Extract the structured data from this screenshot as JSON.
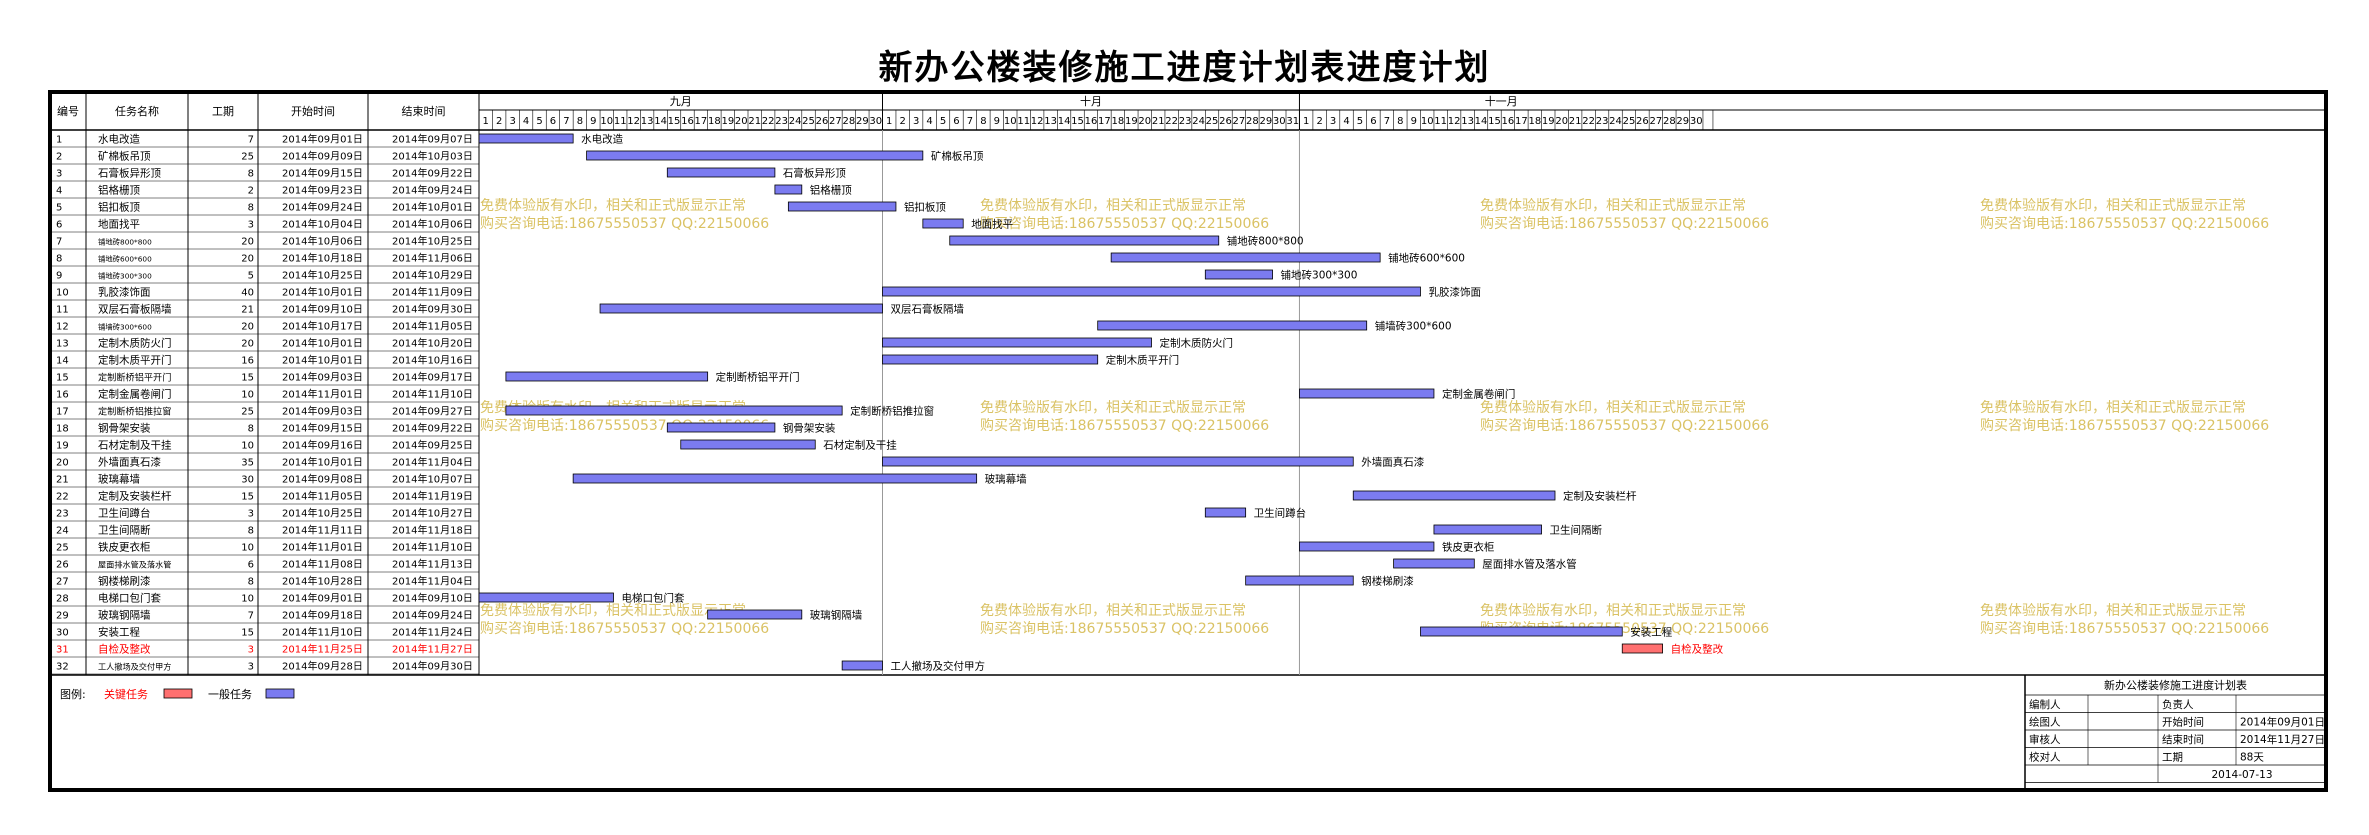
{
  "title": "新办公楼装修施工进度计划表进度计划",
  "colors": {
    "general": "#7b7bf0",
    "critical": "#ff7070",
    "critical_text": "#ff0000",
    "watermark": "#d4b84a"
  },
  "columns": [
    "编号",
    "任务名称",
    "工期",
    "开始时间",
    "结束时间"
  ],
  "months": [
    {
      "label": "九月",
      "days": 30
    },
    {
      "label": "十月",
      "days": 31
    },
    {
      "label": "十一月",
      "days": 30
    }
  ],
  "chart_data": {
    "type": "gantt",
    "x_range": [
      "2014-09-01",
      "2014-11-30"
    ],
    "tasks": [
      {
        "id": "1",
        "name": "水电改造",
        "duration": 7,
        "start": "2014年09月01日",
        "end": "2014年09月07日",
        "critical": false
      },
      {
        "id": "2",
        "name": "矿棉板吊顶",
        "duration": 25,
        "start": "2014年09月09日",
        "end": "2014年10月03日",
        "critical": false
      },
      {
        "id": "3",
        "name": "石膏板异形顶",
        "duration": 8,
        "start": "2014年09月15日",
        "end": "2014年09月22日",
        "critical": false
      },
      {
        "id": "4",
        "name": "铝格栅顶",
        "duration": 2,
        "start": "2014年09月23日",
        "end": "2014年09月24日",
        "critical": false
      },
      {
        "id": "5",
        "name": "铝扣板顶",
        "duration": 8,
        "start": "2014年09月24日",
        "end": "2014年10月01日",
        "critical": false
      },
      {
        "id": "6",
        "name": "地面找平",
        "duration": 3,
        "start": "2014年10月04日",
        "end": "2014年10月06日",
        "critical": false
      },
      {
        "id": "7",
        "name": "铺地砖800*800",
        "duration": 20,
        "start": "2014年10月06日",
        "end": "2014年10月25日",
        "critical": false
      },
      {
        "id": "8",
        "name": "铺地砖600*600",
        "duration": 20,
        "start": "2014年10月18日",
        "end": "2014年11月06日",
        "critical": false
      },
      {
        "id": "9",
        "name": "铺地砖300*300",
        "duration": 5,
        "start": "2014年10月25日",
        "end": "2014年10月29日",
        "critical": false
      },
      {
        "id": "10",
        "name": "乳胶漆饰面",
        "duration": 40,
        "start": "2014年10月01日",
        "end": "2014年11月09日",
        "critical": false
      },
      {
        "id": "11",
        "name": "双层石膏板隔墙",
        "duration": 21,
        "start": "2014年09月10日",
        "end": "2014年09月30日",
        "critical": false
      },
      {
        "id": "12",
        "name": "铺墙砖300*600",
        "duration": 20,
        "start": "2014年10月17日",
        "end": "2014年11月05日",
        "critical": false
      },
      {
        "id": "13",
        "name": "定制木质防火门",
        "duration": 20,
        "start": "2014年10月01日",
        "end": "2014年10月20日",
        "critical": false
      },
      {
        "id": "14",
        "name": "定制木质平开门",
        "duration": 16,
        "start": "2014年10月01日",
        "end": "2014年10月16日",
        "critical": false
      },
      {
        "id": "15",
        "name": "定制断桥铝平开门",
        "duration": 15,
        "start": "2014年09月03日",
        "end": "2014年09月17日",
        "critical": false
      },
      {
        "id": "16",
        "name": "定制金属卷闸门",
        "duration": 10,
        "start": "2014年11月01日",
        "end": "2014年11月10日",
        "critical": false
      },
      {
        "id": "17",
        "name": "定制断桥铝推拉窗",
        "duration": 25,
        "start": "2014年09月03日",
        "end": "2014年09月27日",
        "critical": false
      },
      {
        "id": "18",
        "name": "钢骨架安装",
        "duration": 8,
        "start": "2014年09月15日",
        "end": "2014年09月22日",
        "critical": false
      },
      {
        "id": "19",
        "name": "石材定制及干挂",
        "duration": 10,
        "start": "2014年09月16日",
        "end": "2014年09月25日",
        "critical": false
      },
      {
        "id": "20",
        "name": "外墙面真石漆",
        "duration": 35,
        "start": "2014年10月01日",
        "end": "2014年11月04日",
        "critical": false
      },
      {
        "id": "21",
        "name": "玻璃幕墙",
        "duration": 30,
        "start": "2014年09月08日",
        "end": "2014年10月07日",
        "critical": false
      },
      {
        "id": "22",
        "name": "定制及安装栏杆",
        "duration": 15,
        "start": "2014年11月05日",
        "end": "2014年11月19日",
        "critical": false
      },
      {
        "id": "23",
        "name": "卫生间蹲台",
        "duration": 3,
        "start": "2014年10月25日",
        "end": "2014年10月27日",
        "critical": false
      },
      {
        "id": "24",
        "name": "卫生间隔断",
        "duration": 8,
        "start": "2014年11月11日",
        "end": "2014年11月18日",
        "critical": false
      },
      {
        "id": "25",
        "name": "铁皮更衣柜",
        "duration": 10,
        "start": "2014年11月01日",
        "end": "2014年11月10日",
        "critical": false
      },
      {
        "id": "26",
        "name": "屋面排水管及落水管",
        "duration": 6,
        "start": "2014年11月08日",
        "end": "2014年11月13日",
        "critical": false
      },
      {
        "id": "27",
        "name": "钢楼梯刷漆",
        "duration": 8,
        "start": "2014年10月28日",
        "end": "2014年11月04日",
        "critical": false
      },
      {
        "id": "28",
        "name": "电梯口包门套",
        "duration": 10,
        "start": "2014年09月01日",
        "end": "2014年09月10日",
        "critical": false
      },
      {
        "id": "29",
        "name": "玻璃钢隔墙",
        "duration": 7,
        "start": "2014年09月18日",
        "end": "2014年09月24日",
        "critical": false
      },
      {
        "id": "30",
        "name": "安装工程",
        "duration": 15,
        "start": "2014年11月10日",
        "end": "2014年11月24日",
        "critical": false
      },
      {
        "id": "31",
        "name": "自检及整改",
        "duration": 3,
        "start": "2014年11月25日",
        "end": "2014年11月27日",
        "critical": true
      },
      {
        "id": "32",
        "name": "工人撤场及交付甲方",
        "duration": 3,
        "start": "2014年09月28日",
        "end": "2014年09月30日",
        "critical": false
      }
    ]
  },
  "legend": {
    "label": "图例:",
    "critical": "关键任务",
    "general": "一般任务"
  },
  "watermark": {
    "line1": "免费体验版有水印，相关和正式版显示正常",
    "line2": "购买咨询电话:18675550537 QQ:22150066"
  },
  "info_table": {
    "title": "新办公楼装修施工进度计划表",
    "rows": [
      [
        "编制人",
        "",
        "负责人",
        ""
      ],
      [
        "绘图人",
        "",
        "开始时间",
        "2014年09月01日"
      ],
      [
        "审核人",
        "",
        "结束时间",
        "2014年11月27日"
      ],
      [
        "校对人",
        "",
        "工期",
        "88天"
      ],
      [
        "",
        "",
        "2014-07-13",
        ""
      ]
    ]
  }
}
